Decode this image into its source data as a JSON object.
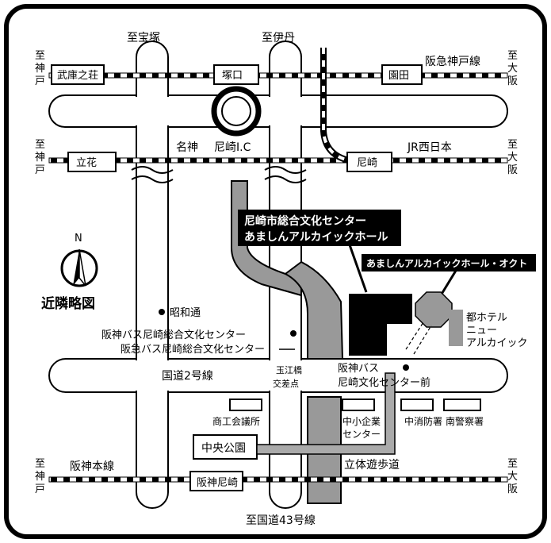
{
  "map": {
    "title": "近隣略図",
    "north": "N",
    "directions": {
      "to_takarazuka": "至宝塚",
      "to_itami": "至伊丹",
      "to_kobe_1": "至神戸",
      "to_kobe_2": "至神戸",
      "to_kobe_3": "至神戸",
      "to_osaka_1": "至大阪",
      "to_osaka_2": "至大阪",
      "to_osaka_3": "至大阪",
      "to_route43": "至国道43号線"
    },
    "stations": {
      "mukonoso": "武庫之荘",
      "tsukaguchi": "塚口",
      "sonoda": "園田",
      "tachibana": "立花",
      "amagasaki_jr": "尼崎",
      "chuo_koen": "中央公園",
      "hanshin_amagasaki": "阪神尼崎"
    },
    "lines": {
      "hankyu_kobe": "阪急神戸線",
      "jr_west": "JR西日本",
      "hanshin_main": "阪神本線",
      "meishin": "名神",
      "amagasaki_ic": "尼崎I.C",
      "route2": "国道2号線",
      "pedestrian_deck": "立体遊歩道",
      "showadori": "昭和通"
    },
    "labels": {
      "venue_line1": "尼崎市総合文化センター",
      "venue_line2": "あましんアルカイックホール",
      "octo": "あましんアルカイックホール・オクト",
      "hotel": "都ホテル\nニュー\nアルカイック",
      "bus_stop_left_1": "阪神バス尼崎総合文化センター",
      "bus_stop_left_2": "阪急バス尼崎総合文化センター",
      "bus_stop_right_1": "阪神バス",
      "bus_stop_right_2": "尼崎文化センター前",
      "tamaebashi_1": "玉江橋",
      "tamaebashi_2": "交差点",
      "chamber": "商工会議所",
      "sme_1": "中小企業",
      "sme_2": "センター",
      "fire": "中消防署",
      "police": "南警察署"
    }
  }
}
